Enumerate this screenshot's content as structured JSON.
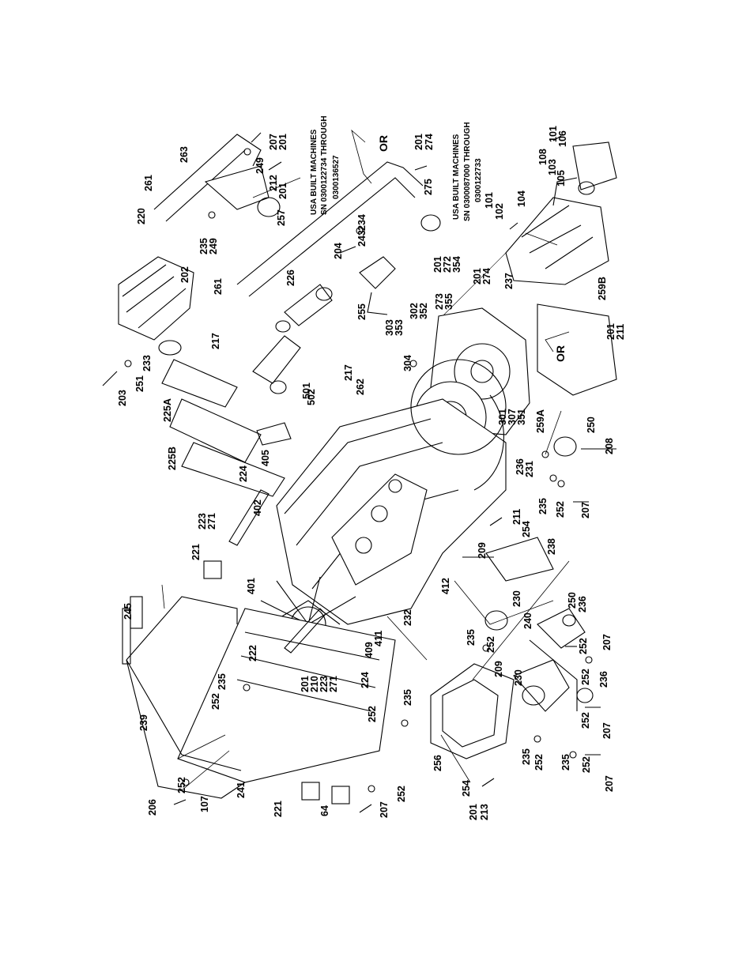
{
  "callouts": [
    {
      "text": "101"
    },
    {
      "text": "106"
    },
    {
      "text": "108"
    },
    {
      "text": "103"
    },
    {
      "text": "105"
    },
    {
      "text": "101"
    },
    {
      "text": "102"
    },
    {
      "text": "104"
    },
    {
      "text": "201"
    },
    {
      "text": "274"
    },
    {
      "text": "275"
    },
    {
      "text": "207"
    },
    {
      "text": "201"
    },
    {
      "text": "249"
    },
    {
      "text": "212"
    },
    {
      "text": "201"
    },
    {
      "text": "257"
    },
    {
      "text": "263"
    },
    {
      "text": "261"
    },
    {
      "text": "220"
    },
    {
      "text": "235"
    },
    {
      "text": "249"
    },
    {
      "text": "204"
    },
    {
      "text": "234"
    },
    {
      "text": "243"
    },
    {
      "text": "202"
    },
    {
      "text": "261"
    },
    {
      "text": "226"
    },
    {
      "text": "201"
    },
    {
      "text": "272"
    },
    {
      "text": "354"
    },
    {
      "text": "201"
    },
    {
      "text": "274"
    },
    {
      "text": "273"
    },
    {
      "text": "355"
    },
    {
      "text": "237"
    },
    {
      "text": "255"
    },
    {
      "text": "302"
    },
    {
      "text": "352"
    },
    {
      "text": "303"
    },
    {
      "text": "353"
    },
    {
      "text": "304"
    },
    {
      "text": "259B"
    },
    {
      "text": "201"
    },
    {
      "text": "211"
    },
    {
      "text": "217"
    },
    {
      "text": "217"
    },
    {
      "text": "203"
    },
    {
      "text": "251"
    },
    {
      "text": "233"
    },
    {
      "text": "225A"
    },
    {
      "text": "501"
    },
    {
      "text": "502"
    },
    {
      "text": "262"
    },
    {
      "text": "301"
    },
    {
      "text": "307"
    },
    {
      "text": "351"
    },
    {
      "text": "259A"
    },
    {
      "text": "225B"
    },
    {
      "text": "405"
    },
    {
      "text": "224"
    },
    {
      "text": "250"
    },
    {
      "text": "208"
    },
    {
      "text": "236"
    },
    {
      "text": "231"
    },
    {
      "text": "223"
    },
    {
      "text": "271"
    },
    {
      "text": "402"
    },
    {
      "text": "235"
    },
    {
      "text": "252"
    },
    {
      "text": "207"
    },
    {
      "text": "211"
    },
    {
      "text": "254"
    },
    {
      "text": "209"
    },
    {
      "text": "238"
    },
    {
      "text": "221"
    },
    {
      "text": "401"
    },
    {
      "text": "412"
    },
    {
      "text": "245"
    },
    {
      "text": "230"
    },
    {
      "text": "240"
    },
    {
      "text": "250"
    },
    {
      "text": "236"
    },
    {
      "text": "235"
    },
    {
      "text": "252"
    },
    {
      "text": "252"
    },
    {
      "text": "207"
    },
    {
      "text": "232"
    },
    {
      "text": "411"
    },
    {
      "text": "409"
    },
    {
      "text": "222"
    },
    {
      "text": "224"
    },
    {
      "text": "201"
    },
    {
      "text": "210"
    },
    {
      "text": "223"
    },
    {
      "text": "271"
    },
    {
      "text": "235"
    },
    {
      "text": "252"
    },
    {
      "text": "209"
    },
    {
      "text": "230"
    },
    {
      "text": "252"
    },
    {
      "text": "236"
    },
    {
      "text": "252"
    },
    {
      "text": "207"
    },
    {
      "text": "239"
    },
    {
      "text": "252"
    },
    {
      "text": "235"
    },
    {
      "text": "256"
    },
    {
      "text": "235"
    },
    {
      "text": "252"
    },
    {
      "text": "235"
    },
    {
      "text": "252"
    },
    {
      "text": "207"
    },
    {
      "text": "206"
    },
    {
      "text": "252"
    },
    {
      "text": "107"
    },
    {
      "text": "241"
    },
    {
      "text": "221"
    },
    {
      "text": "64"
    },
    {
      "text": "207"
    },
    {
      "text": "252"
    },
    {
      "text": "201"
    },
    {
      "text": "213"
    },
    {
      "text": "254"
    }
  ],
  "notes": {
    "or_top": "OR",
    "or_bottom": "OR",
    "usa_a_line1": "USA BUILT MACHINES",
    "usa_a_line2": "SN 0300122734 THROUGH",
    "usa_a_line3": "0300136527",
    "usa_b_line1": "USA BUILT MACHINES",
    "usa_b_line2": "SN 0300087000 THROUGH",
    "usa_b_line3": "0300122733"
  }
}
